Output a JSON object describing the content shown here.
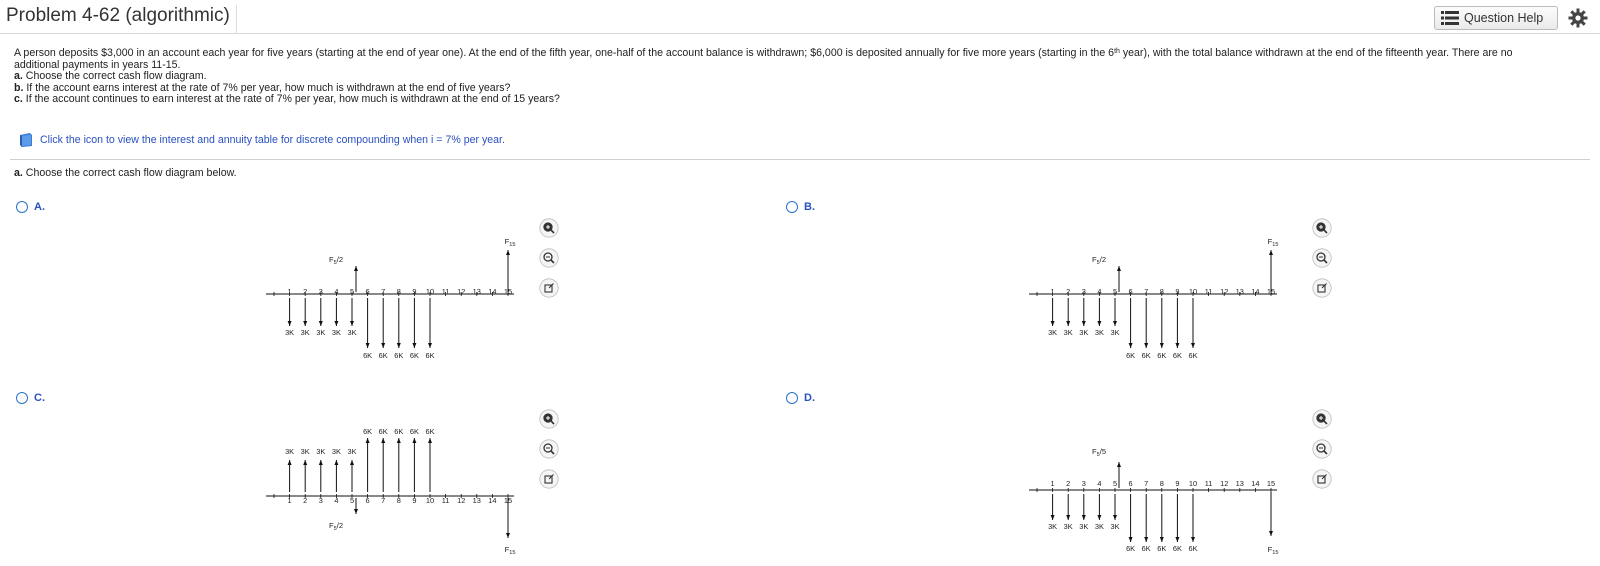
{
  "header": {
    "title": "Problem 4-62 (algorithmic)",
    "help_label": "Question Help"
  },
  "problem": {
    "intro_1": "A person deposits $3,000 in an account each year for five years (starting at the end of year one). At the end of the fifth year, one-half of the account balance is withdrawn; $6,000 is deposited annually for five more years (starting in the 6",
    "intro_sup": "th",
    "intro_2": " year), with the total balance withdrawn at the end of the fifteenth year. There are no additional payments in years 11-15.",
    "a_label": "a.",
    "a_text": " Choose the correct cash flow diagram.",
    "b_label": "b.",
    "b_text": " If the account earns interest at the rate of 7% per year, how much is withdrawn at the end of five years?",
    "c_label": "c.",
    "c_text": " If the account continues to earn interest at the rate of 7% per year, how much is withdrawn at the end of 15 years?"
  },
  "table_link": "Click the icon to view the interest and annuity table for discrete compounding when i = 7% per year.",
  "part_a": {
    "label": "a.",
    "text": " Choose the correct cash flow diagram below."
  },
  "options": [
    {
      "letter": "A.",
      "mid_label": "F5/2",
      "end_label": "F15"
    },
    {
      "letter": "B.",
      "mid_label": "F5/2",
      "end_label": "F15"
    },
    {
      "letter": "C.",
      "mid_label": "F5/2",
      "end_label": "F15"
    },
    {
      "letter": "D.",
      "mid_label": "F5/5",
      "end_label": "F15"
    }
  ],
  "diagram_text": {
    "deposit_3k": "3K",
    "deposit_6k": "6K",
    "years": [
      "1",
      "2",
      "3",
      "4",
      "5",
      "6",
      "7",
      "8",
      "9",
      "10",
      "11",
      "12",
      "13",
      "14",
      "15"
    ]
  },
  "colors": {
    "link": "#2a52be",
    "radio": "#2a72c8",
    "accent": "#1a1a1a"
  }
}
